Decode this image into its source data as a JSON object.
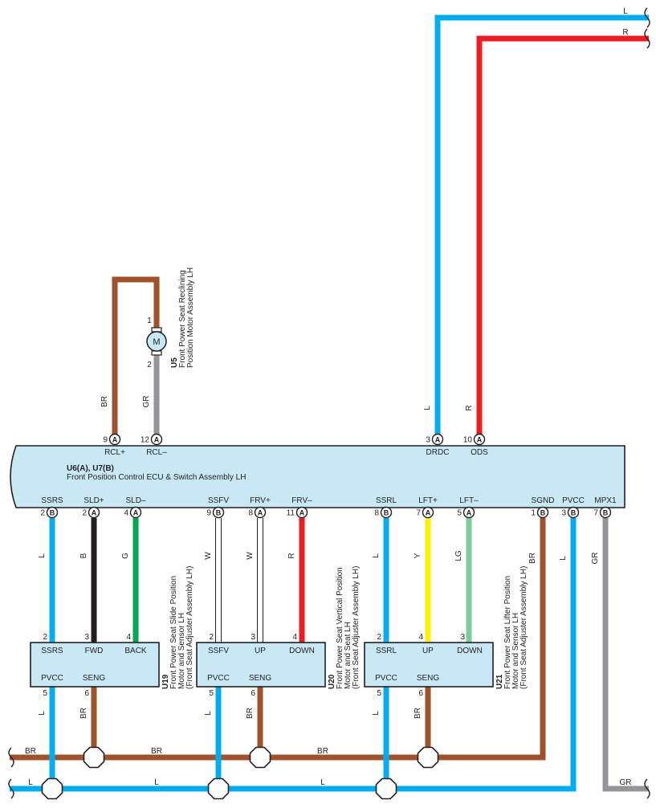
{
  "colors": {
    "L": "#00aeef",
    "R": "#ed1c24",
    "BR": "#a0522d",
    "GR": "#939598",
    "B": "#231f20",
    "G": "#00a651",
    "W": "#ffffff",
    "Y": "#fff200",
    "LG": "#7ecb9b",
    "box_fill": "#c8e8f6"
  },
  "ecu": {
    "id": "U6(A), U7(B)",
    "name": "Front Position Control ECU & Switch Assembly LH",
    "top_pins": [
      {
        "pin": "9",
        "conn": "A",
        "name": "RCL+"
      },
      {
        "pin": "12",
        "conn": "A",
        "name": "RCL–"
      },
      {
        "pin": "3",
        "conn": "A",
        "name": "DRDC"
      },
      {
        "pin": "10",
        "conn": "A",
        "name": "ODS"
      }
    ],
    "bottom_pins": [
      {
        "pin": "2",
        "conn": "B",
        "name": "SSRS"
      },
      {
        "pin": "2",
        "conn": "A",
        "name": "SLD+"
      },
      {
        "pin": "4",
        "conn": "A",
        "name": "SLD–"
      },
      {
        "pin": "9",
        "conn": "B",
        "name": "SSFV"
      },
      {
        "pin": "8",
        "conn": "A",
        "name": "FRV+"
      },
      {
        "pin": "11",
        "conn": "A",
        "name": "FRV–"
      },
      {
        "pin": "8",
        "conn": "B",
        "name": "SSRL"
      },
      {
        "pin": "7",
        "conn": "A",
        "name": "LFT+"
      },
      {
        "pin": "5",
        "conn": "A",
        "name": "LFT–"
      },
      {
        "pin": "1",
        "conn": "B",
        "name": "SGND"
      },
      {
        "pin": "3",
        "conn": "B",
        "name": "PVCC"
      },
      {
        "pin": "7",
        "conn": "B",
        "name": "MPX1"
      }
    ]
  },
  "motor": {
    "symbol": "M",
    "id": "U5",
    "name_line1": "Front Power Seat Reclining",
    "name_line2": "Position Motor Assembly LH",
    "pin_top": "1",
    "pin_bottom": "2"
  },
  "top_wires": [
    {
      "code": "BR"
    },
    {
      "code": "GR"
    },
    {
      "code": "L"
    },
    {
      "code": "R"
    }
  ],
  "right_exits": [
    {
      "code": "L"
    },
    {
      "code": "R"
    }
  ],
  "down_wires": [
    {
      "code": "L"
    },
    {
      "code": "B"
    },
    {
      "code": "G"
    },
    {
      "code": "W"
    },
    {
      "code": "W"
    },
    {
      "code": "R"
    },
    {
      "code": "L"
    },
    {
      "code": "Y"
    },
    {
      "code": "LG"
    },
    {
      "code": "BR"
    },
    {
      "code": "L"
    },
    {
      "code": "GR"
    }
  ],
  "components": [
    {
      "id": "U19",
      "name_line1": "Front Power Seat Slide Position",
      "name_line2": "Motor and Sensor LH",
      "name_line3": "(Front Seat Adjuster Assembly LH)",
      "top_pins": [
        {
          "pin": "2",
          "name": "SSRS"
        },
        {
          "pin": "3",
          "name": "FWD"
        },
        {
          "pin": "4",
          "name": "BACK"
        }
      ],
      "bottom_pins": [
        {
          "pin": "5",
          "name": "PVCC"
        },
        {
          "pin": "6",
          "name": "SENG"
        }
      ]
    },
    {
      "id": "U20",
      "name_line1": "Front Power Seat Vertical Position",
      "name_line2": "Motor and Seat LH",
      "name_line3": "(Front Seat Adjuster Assembly LH)",
      "top_pins": [
        {
          "pin": "2",
          "name": "SSFV"
        },
        {
          "pin": "3",
          "name": "UP"
        },
        {
          "pin": "4",
          "name": "DOWN"
        }
      ],
      "bottom_pins": [
        {
          "pin": "5",
          "name": "PVCC"
        },
        {
          "pin": "6",
          "name": "SENG"
        }
      ]
    },
    {
      "id": "U21",
      "name_line1": "Front Power Seat Lifter Position",
      "name_line2": "Motor and Sensor LH",
      "name_line3": "(Front Seat Adjuster Assembly LH)",
      "top_pins": [
        {
          "pin": "2",
          "name": "SSRL"
        },
        {
          "pin": "4",
          "name": "UP"
        },
        {
          "pin": "3",
          "name": "DOWN"
        }
      ],
      "bottom_pins": [
        {
          "pin": "5",
          "name": "PVCC"
        },
        {
          "pin": "6",
          "name": "SENG"
        }
      ]
    }
  ],
  "sub_wires": [
    {
      "code": "L"
    },
    {
      "code": "BR"
    },
    {
      "code": "L"
    },
    {
      "code": "BR"
    },
    {
      "code": "L"
    },
    {
      "code": "BR"
    }
  ],
  "buses": {
    "br_labels": [
      "BR",
      "BR",
      "BR"
    ],
    "l_labels": [
      "L",
      "L",
      "L"
    ],
    "gr_exit": "GR"
  }
}
